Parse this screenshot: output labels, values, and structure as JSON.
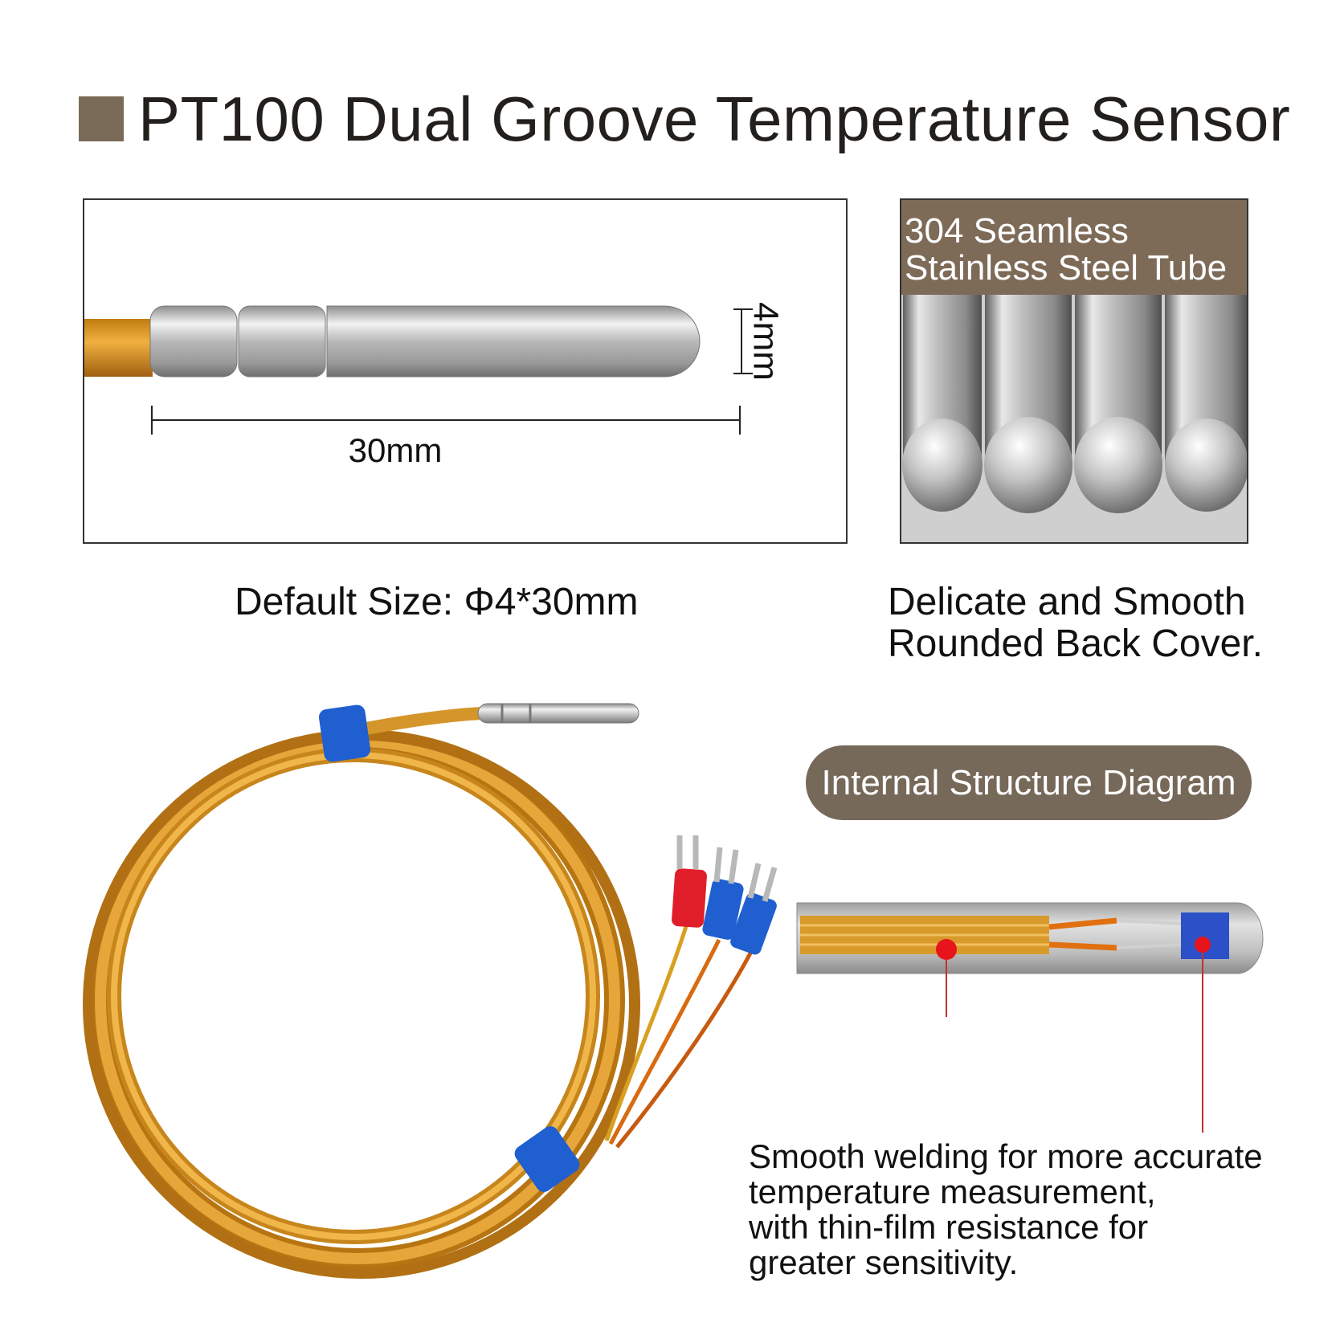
{
  "title": "PT100 Dual Groove Temperature Sensor",
  "probe_panel": {
    "length_label": "30mm",
    "diameter_label": "4mm"
  },
  "tube_panel": {
    "header_line1": "304 Seamless",
    "header_line2": "Stainless Steel Tube"
  },
  "captions": {
    "default_size": "Default Size: Φ4*30mm",
    "cover_line1": "Delicate and Smooth",
    "cover_line2": "Rounded Back Cover."
  },
  "structure_label": "Internal Structure Diagram",
  "weld_caption": {
    "line1": "Smooth welding for more accurate",
    "line2": "temperature measurement,",
    "line3": "with thin-film resistance for",
    "line4": "greater sensitivity."
  },
  "colors": {
    "accent_brown": "#7a6a58",
    "cable_gold": "#d4962a",
    "steel": "#c8c8c8",
    "marker_red": "#e8141c",
    "tie_blue": "#1f5fd0"
  }
}
